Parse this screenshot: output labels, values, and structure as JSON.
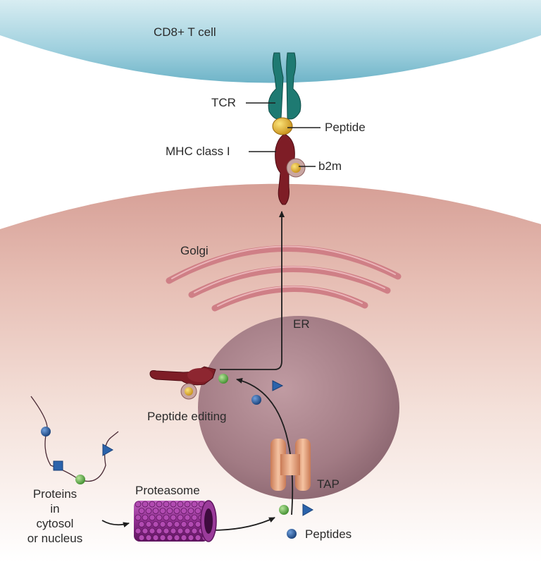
{
  "labels": {
    "t_cell": "CD8+ T cell",
    "tcr": "TCR",
    "peptide": "Peptide",
    "mhc": "MHC class I",
    "b2m": "b2m",
    "golgi": "Golgi",
    "er": "ER",
    "peptide_editing": "Peptide editing",
    "tap": "TAP",
    "proteasome": "Proteasome",
    "peptides": "Peptides",
    "proteins": [
      "Proteins",
      "in",
      "cytosol",
      "or nucleus"
    ]
  },
  "colors": {
    "t_cell": "#9fd0de",
    "cell_membrane": "#e3b8ae",
    "er": "#a88088",
    "golgi": "#cf7f86",
    "mhc": "#7e1d26",
    "tcr": "#1e7a72",
    "peptide_gold": "#e6b526",
    "tap": "#e6a37e",
    "proteasome": "#8e2d8e",
    "peptide_green": "#5cae46",
    "peptide_blue": "#22569a"
  }
}
